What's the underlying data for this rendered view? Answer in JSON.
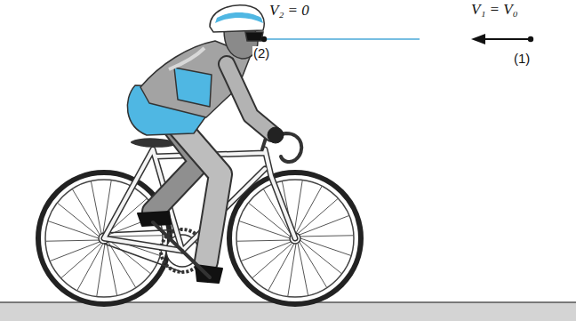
{
  "diagram": {
    "labels": [
      "V₂ = 0",
      "V₁ = V₀",
      "(2)",
      "(1)"
    ]
  }
}
